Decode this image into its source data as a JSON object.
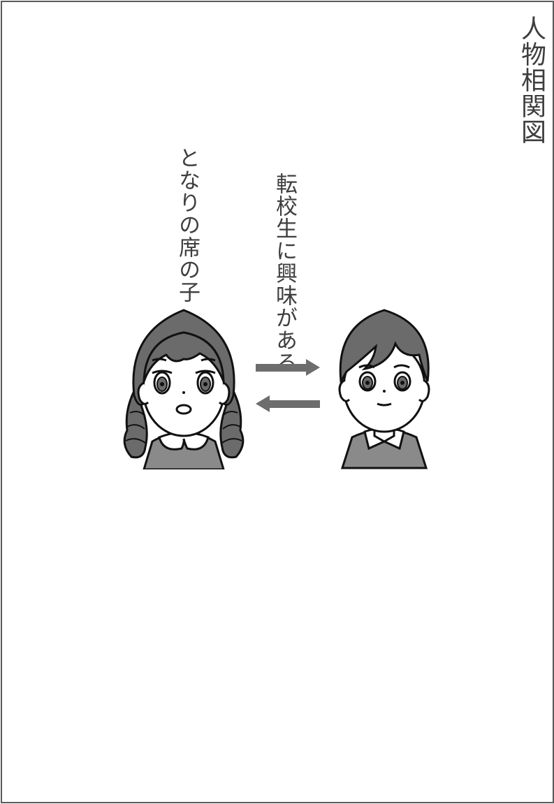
{
  "diagram": {
    "title": "人物相関図",
    "characters": [
      {
        "label": "となりの席の子"
      },
      {
        "label": ""
      }
    ],
    "relation_label": "転校生に興味がある",
    "colors": {
      "frame": "#5a5a5a",
      "text": "#3e3e3e",
      "hair": "#6b6b6b",
      "clothes": "#8a8a8a",
      "arrow": "#6d6d6d",
      "skin": "#ffffff"
    }
  }
}
